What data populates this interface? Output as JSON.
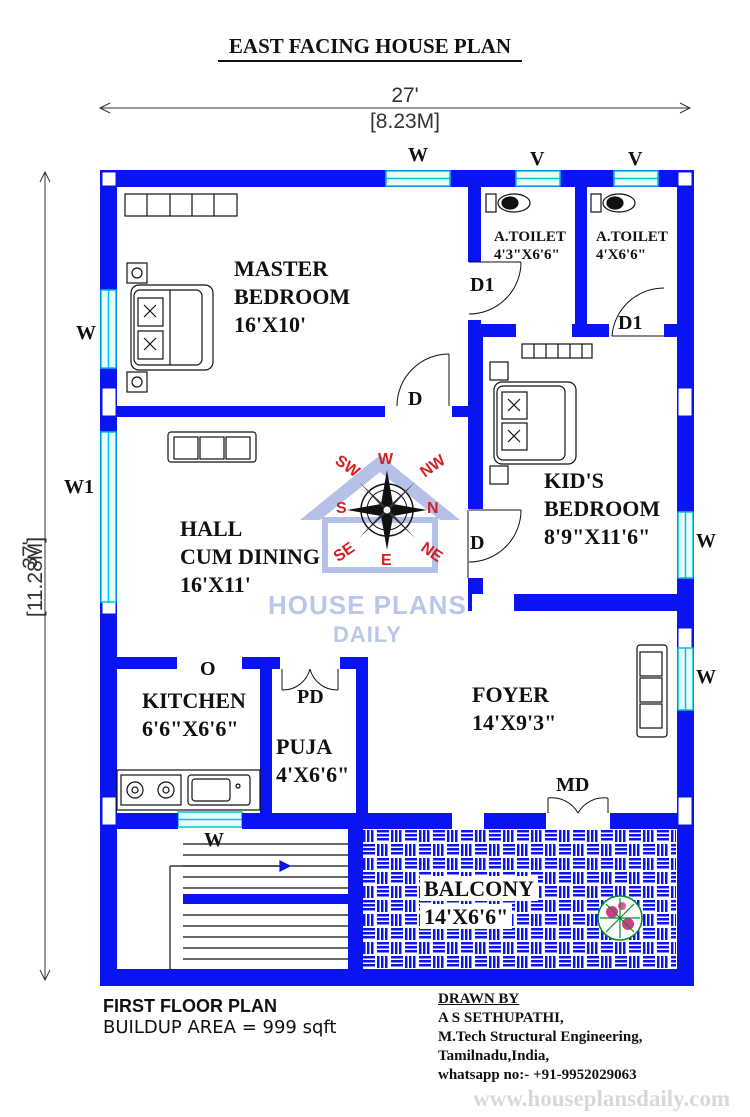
{
  "title": "EAST FACING HOUSE PLAN",
  "dimensions": {
    "width_ft": "27'",
    "width_m": "[8.23M]",
    "depth_ft": "37'",
    "depth_m": "[11.28M]"
  },
  "rooms": {
    "master_bedroom": {
      "name_line1": "MASTER",
      "name_line2": "BEDROOM",
      "size": "16'X10'"
    },
    "toilet_1": {
      "name": "A.TOILET",
      "size": "4'3\"X6'6\""
    },
    "toilet_2": {
      "name": "A.TOILET",
      "size": "4'X6'6\""
    },
    "kids_bedroom": {
      "name_line1": "KID'S",
      "name_line2": "BEDROOM",
      "size": "8'9\"X11'6\""
    },
    "hall": {
      "name_line1": "HALL",
      "name_line2": "CUM DINING",
      "size": "16'X11'"
    },
    "kitchen": {
      "name": "KITCHEN",
      "size": "6'6\"X6'6\""
    },
    "puja": {
      "name": "PUJA",
      "size": "4'X6'6\""
    },
    "foyer": {
      "name": "FOYER",
      "size": "14'X9'3\""
    },
    "balcony": {
      "name": "BALCONY",
      "size": "14'X6'6\""
    }
  },
  "openings": {
    "window": "W",
    "window_1": "W1",
    "ventilator": "V",
    "door": "D",
    "door_1": "D1",
    "puja_door": "PD",
    "main_door": "MD",
    "opening": "O"
  },
  "compass": {
    "north": "N",
    "south": "S",
    "east": "E",
    "west": "W",
    "north_east": "NE",
    "north_west": "NW",
    "south_east": "SE",
    "south_west": "SW"
  },
  "watermark": {
    "line1": "HOUSE PLANS",
    "line2": "DAILY"
  },
  "footer": {
    "plan_name": "FIRST FLOOR PLAN",
    "buildup_area": "BUILDUP AREA = 999 sqft",
    "drawn_by_heading": "DRAWN BY",
    "author": "A S SETHUPATHI,",
    "qualification": "M.Tech Structural Engineering,",
    "location": "Tamilnadu,India,",
    "contact": "whatsapp no:- +91-9952029063"
  },
  "website": "www.houseplansdaily.com",
  "colors": {
    "wall": "#0a14f0",
    "window": "#00c4d4",
    "compass_text": "#d42020",
    "watermark": "#b9c8ea",
    "balcony_tile": "#0a14f0"
  }
}
